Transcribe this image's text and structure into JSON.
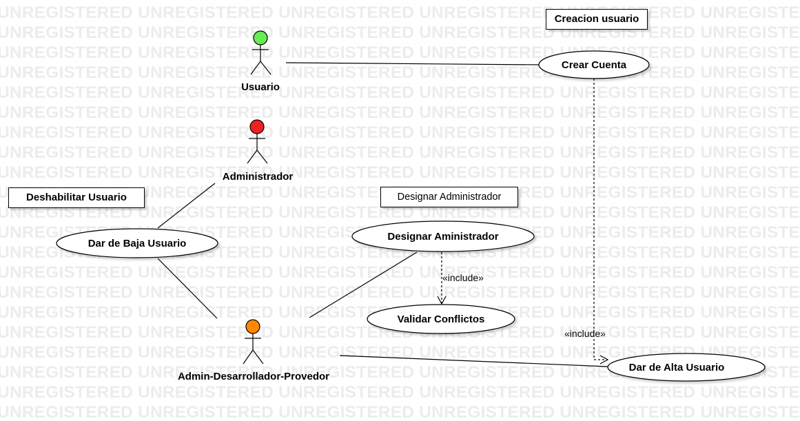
{
  "watermark": {
    "text": "UNREGISTERED",
    "color": "#ececec"
  },
  "notes": {
    "creacion": "Creacion usuario",
    "deshabilitar": "Deshabilitar Usuario",
    "designar": "Designar Administrador"
  },
  "actors": {
    "usuario": {
      "label": "Usuario",
      "color": "#66ee55"
    },
    "administrador": {
      "label": "Administrador",
      "color": "#ee2222"
    },
    "admin_dev": {
      "label": "Admin-Desarrollador-Provedor",
      "color": "#ff8800"
    }
  },
  "use_cases": {
    "crear_cuenta": "Crear Cuenta",
    "dar_baja": "Dar de Baja Usuario",
    "designar": "Designar Aministrador",
    "validar": "Validar Conflictos",
    "dar_alta": "Dar de Alta Usuario"
  },
  "relations": {
    "include_validar": "«include»",
    "include_alta": "«include»"
  }
}
